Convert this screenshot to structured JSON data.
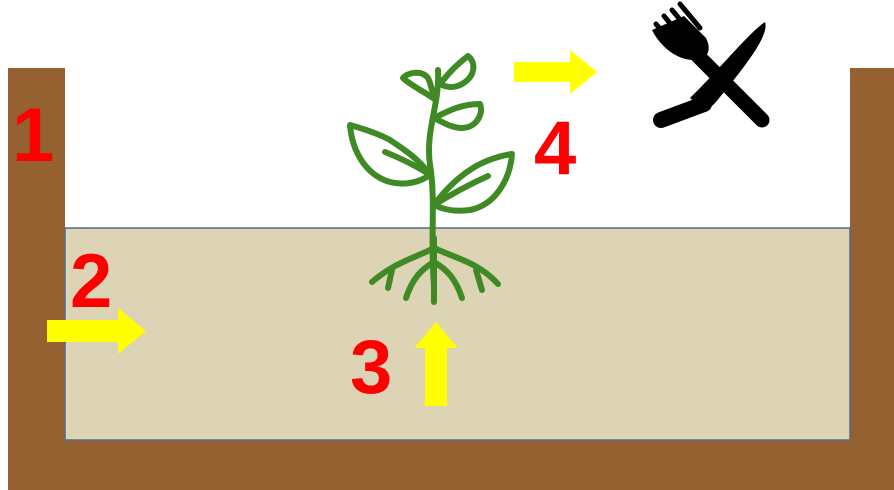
{
  "labels": [
    "1",
    "2",
    "3",
    "4"
  ],
  "icons": [
    "plant-icon",
    "fork-knife-icon",
    "arrow-right-icon",
    "arrow-up-icon"
  ],
  "colors": {
    "container": "#956130",
    "soil": "#ddd3b5",
    "soil_border": "#4f6a8f",
    "label": "#ff0000",
    "arrow": "#ffff00",
    "plant": "#3f8a25",
    "icon": "#000000"
  }
}
